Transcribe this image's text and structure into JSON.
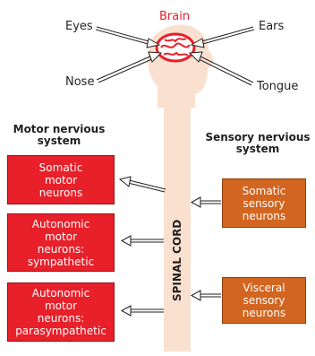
{
  "diagram": {
    "brain_label": "Brain",
    "organs": {
      "eyes": "Eyes",
      "ears": "Ears",
      "nose": "Nose",
      "tongue": "Tongue"
    },
    "motor_heading": "Motor nervious\nsystem",
    "sensory_heading": "Sensory nervious\nsystem",
    "spinal_cord_label": "SPINAL CORD",
    "motor_boxes": [
      "Somatic\nmotor\nneurons",
      "Autonomic\nmotor\nneurons:\nsympathetic",
      "Autonomic\nmotor\nneurons:\nparasympathetic"
    ],
    "sensory_boxes": [
      "Somatic\nsensory\nneurons",
      "Visceral\nsensory\nneurons"
    ],
    "colors": {
      "body": "#fae0cf",
      "brain": "#e8202a",
      "motor_box": "#e8202a",
      "sensory_box": "#d2651f"
    }
  }
}
